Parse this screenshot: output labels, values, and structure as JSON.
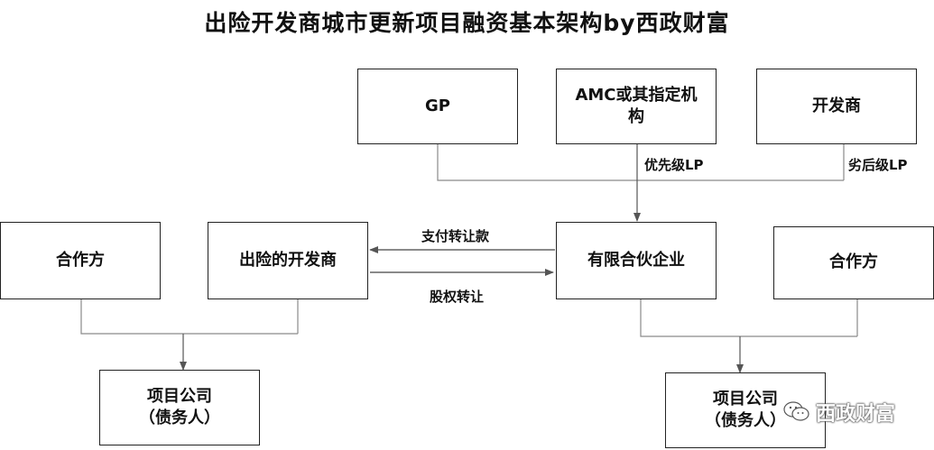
{
  "title": "出险开发商城市更新项目融资基本架构by西政财富",
  "nodes": {
    "gp": "GP",
    "amc_line1": "AMC或其指定机",
    "amc_line2": "构",
    "developer_top": "开发商",
    "partner_left": "合作方",
    "troubled_developer": "出险的开发商",
    "limited_partnership": "有限合伙企业",
    "partner_right": "合作方",
    "project_left_line1": "项目公司",
    "project_left_line2": "（债务人）",
    "project_right_line1": "项目公司",
    "project_right_line2": "（债务人）"
  },
  "edge_labels": {
    "priority_lp": "优先级LP",
    "subordinate_lp": "劣后级LP",
    "transfer_payment": "支付转让款",
    "equity_transfer": "股权转让"
  },
  "watermark": {
    "text": "西政财富",
    "icon": "wechat-icon"
  }
}
